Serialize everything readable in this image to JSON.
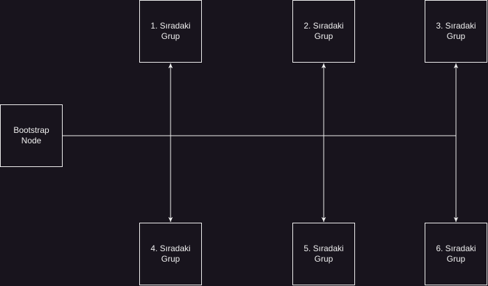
{
  "colors": {
    "background": "#18141d",
    "stroke": "#f0f0f0",
    "text": "#f0f0f0"
  },
  "nodes": {
    "bootstrap": "Bootstrap\nNode",
    "group_1": "1. Sıradaki\nGrup",
    "group_2": "2. Sıradaki\nGrup",
    "group_3": "3. Sıradaki\nGrup",
    "group_4": "4. Sıradaki\nGrup",
    "group_5": "5. Sıradaki\nGrup",
    "group_6": "6. Sıradaki\nGrup"
  },
  "edges": [
    {
      "from": "bootstrap",
      "to": "group_1",
      "arrow": "target"
    },
    {
      "from": "bootstrap",
      "to": "group_2",
      "arrow": "target"
    },
    {
      "from": "bootstrap",
      "to": "group_3",
      "arrow": "target"
    },
    {
      "from": "bootstrap",
      "to": "group_4",
      "arrow": "target"
    },
    {
      "from": "bootstrap",
      "to": "group_5",
      "arrow": "target"
    },
    {
      "from": "bootstrap",
      "to": "group_6",
      "arrow": "target"
    }
  ]
}
